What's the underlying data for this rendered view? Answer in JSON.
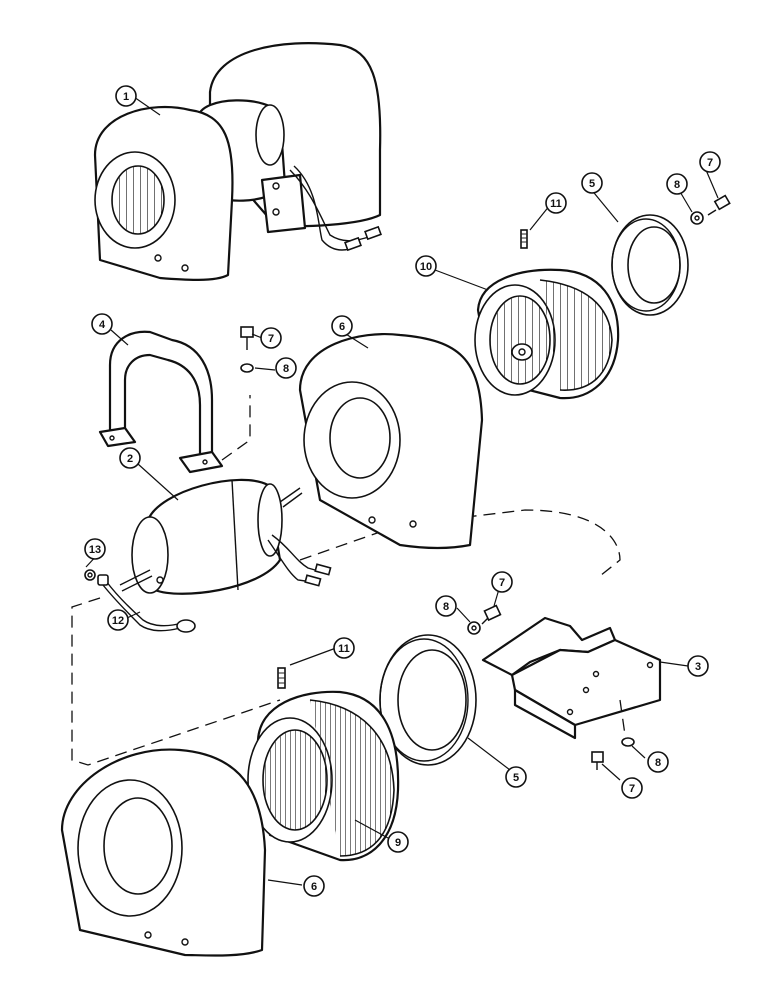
{
  "diagram": {
    "callouts": [
      "1",
      "2",
      "3",
      "4",
      "5",
      "5",
      "6",
      "6",
      "7",
      "7",
      "7",
      "7",
      "8",
      "8",
      "8",
      "8",
      "9",
      "10",
      "11",
      "11",
      "12",
      "13"
    ]
  },
  "parts": [
    "assembled-blower-unit",
    "blower-motor",
    "motor-support-bracket",
    "motor-strap",
    "inlet-ring",
    "blower-housing",
    "cap-screw",
    "lock-washer",
    "blower-wheel",
    "set-screw",
    "ground-wire",
    "nut"
  ]
}
